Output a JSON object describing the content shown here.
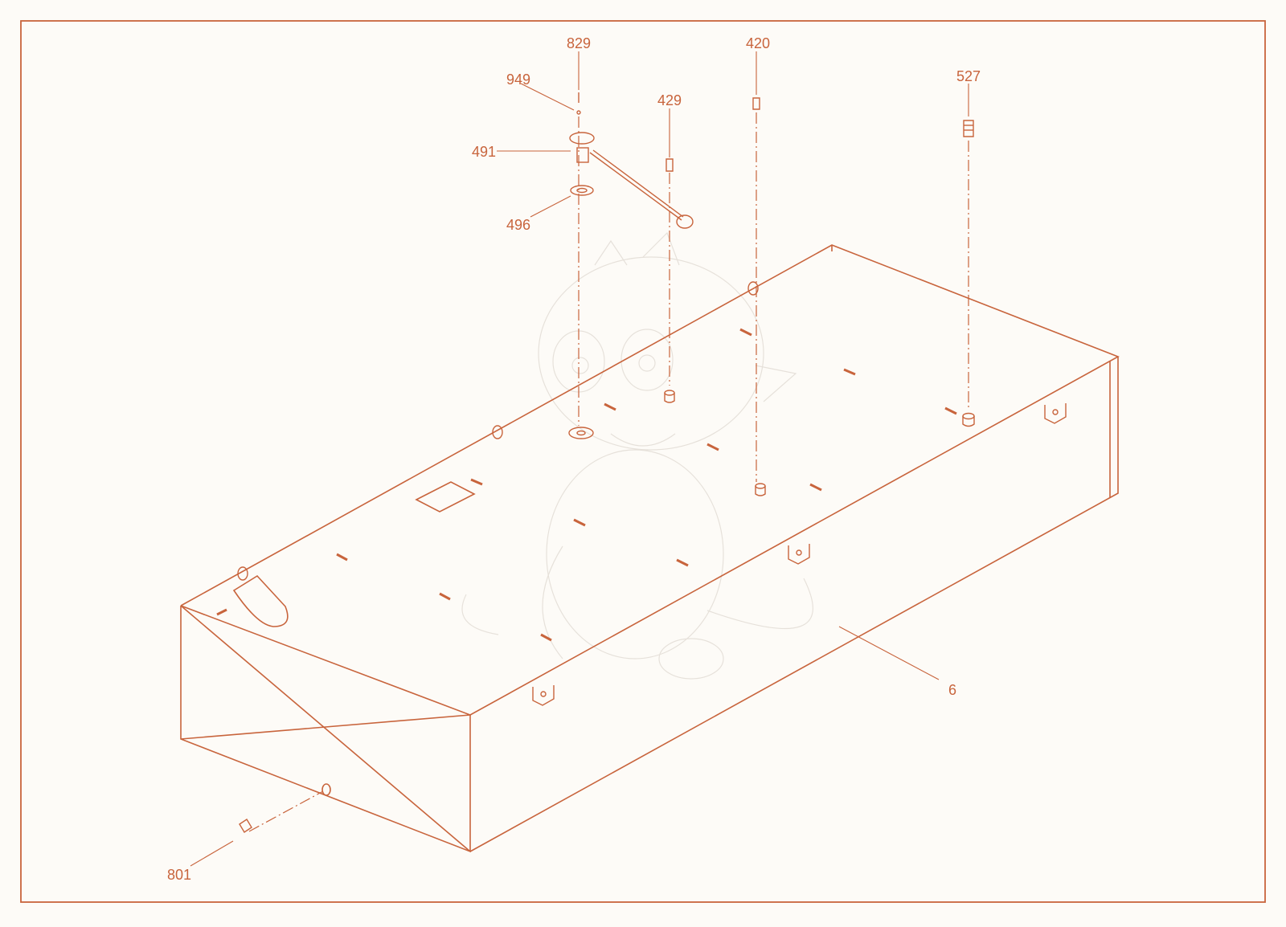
{
  "diagram": {
    "line_color": "#c8643c",
    "background": "#fdfbf7",
    "callouts": [
      {
        "id": "829",
        "label": "829"
      },
      {
        "id": "949",
        "label": "949"
      },
      {
        "id": "491",
        "label": "491"
      },
      {
        "id": "496",
        "label": "496"
      },
      {
        "id": "429",
        "label": "429"
      },
      {
        "id": "420",
        "label": "420"
      },
      {
        "id": "527",
        "label": "527"
      },
      {
        "id": "6",
        "label": "6"
      },
      {
        "id": "801",
        "label": "801"
      }
    ],
    "watermark": "cartoon-dragon-watermark"
  }
}
